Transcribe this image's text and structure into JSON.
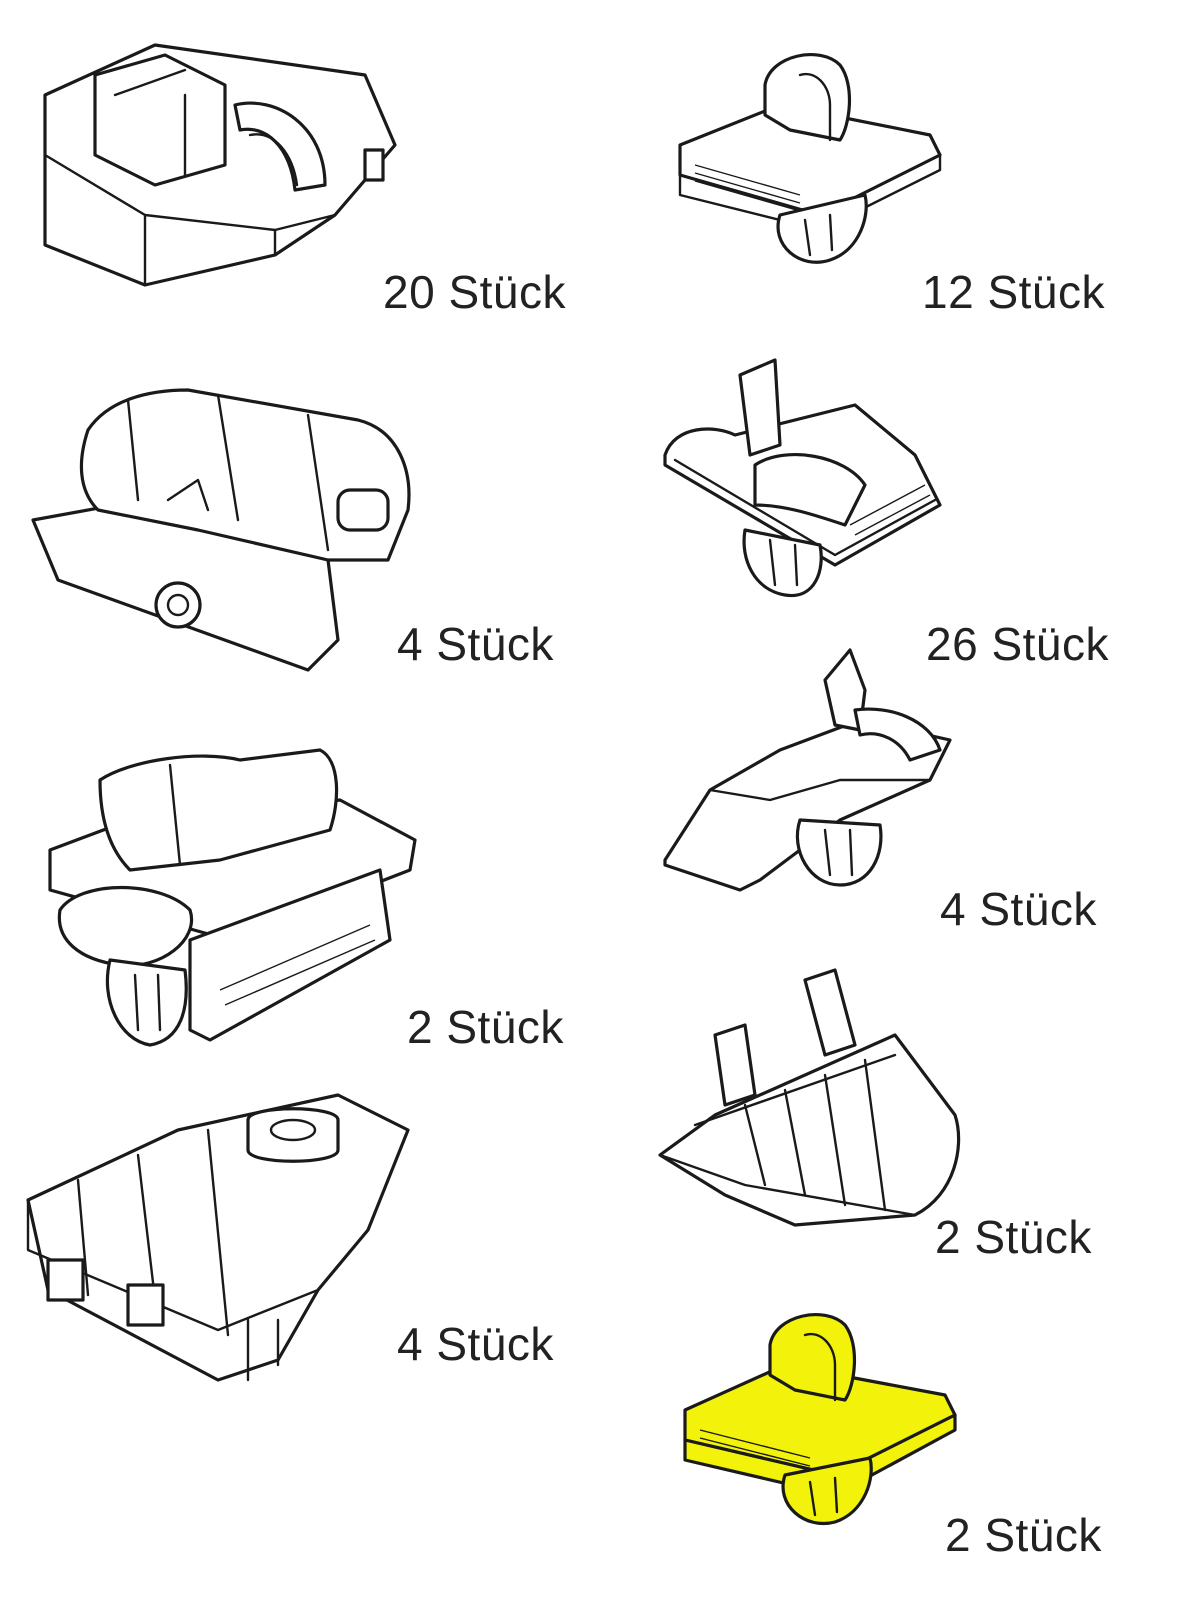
{
  "parts": [
    {
      "id": "clip-1",
      "quantity_label": "20 Stück"
    },
    {
      "id": "clip-2",
      "quantity_label": "12 Stück"
    },
    {
      "id": "clip-3",
      "quantity_label": "4 Stück"
    },
    {
      "id": "clip-4",
      "quantity_label": "26 Stück"
    },
    {
      "id": "clip-5",
      "quantity_label": "2 Stück"
    },
    {
      "id": "clip-6",
      "quantity_label": "4 Stück"
    },
    {
      "id": "clip-7",
      "quantity_label": "4 Stück"
    },
    {
      "id": "clip-8",
      "quantity_label": "2 Stück"
    },
    {
      "id": "clip-9",
      "quantity_label": "2 Stück",
      "highlight_color": "#f2f20a"
    }
  ]
}
